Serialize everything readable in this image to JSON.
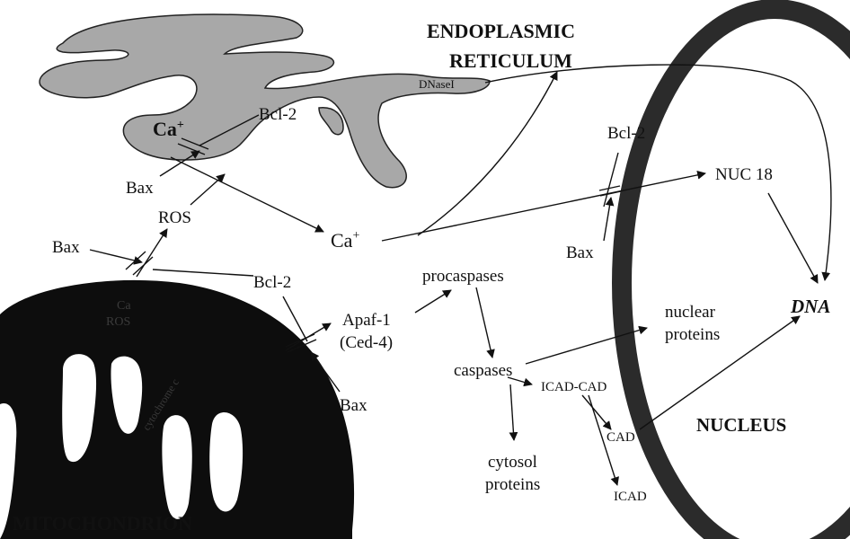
{
  "labels": {
    "er_title_line1": "ENDOPLASMIC",
    "er_title_line2": "RETICULUM",
    "dnase": "DNaseI",
    "ca_er": "Ca",
    "ca_er_sup": "+",
    "bcl2_er": "Bcl-2",
    "bax_er": "Bax",
    "ros": "ROS",
    "ca_mid": "Ca",
    "ca_mid_sup": "+",
    "bax_left": "Bax",
    "bcl2_mito": "Bcl-2",
    "apaf_line1": "Apaf-1",
    "apaf_line2": "(Ced-4)",
    "bax_mito": "Bax",
    "procaspases": "procaspases",
    "caspases": "caspases",
    "icad_cad": "ICAD-CAD",
    "cad": "CAD",
    "icad": "ICAD",
    "cytosol_line1": "cytosol",
    "cytosol_line2": "proteins",
    "nuclear_line1": "nuclear",
    "nuclear_line2": "proteins",
    "bcl2_nuc": "Bcl-2",
    "bax_nuc": "Bax",
    "nuc18": "NUC 18",
    "dna": "DNA",
    "nucleus": "NUCLEUS",
    "mitochondrion": "MITOCHONDRION",
    "mito_ca": "Ca",
    "mito_ros": "ROS",
    "mito_cyt": "cytochrome c"
  },
  "colors": {
    "er_fill": "#a8a8a8",
    "mito_fill": "#0d0d0d",
    "nucleus_ring": "#2b2b2b",
    "ink": "#111111"
  }
}
